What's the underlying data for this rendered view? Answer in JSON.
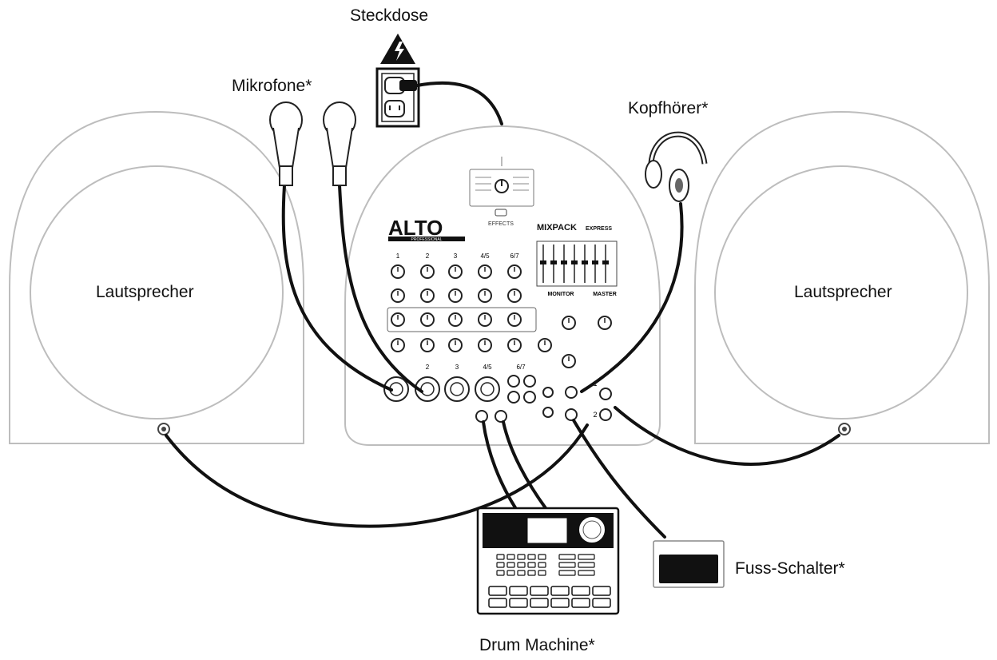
{
  "labels": {
    "outlet": "Steckdose",
    "microphones": "Mikrofone*",
    "headphones": "Kopfhörer*",
    "speaker_left": "Lautsprecher",
    "speaker_right": "Lautsprecher",
    "footswitch": "Fuss-Schalter*",
    "drum_machine": "Drum Machine*"
  },
  "mixer": {
    "brand": "ALTO",
    "brand_sub": "PROFESSIONAL",
    "model": "MIXPACK",
    "model_suffix": "EXPRESS",
    "effects_label": "EFFECTS",
    "monitor_label": "MONITOR",
    "master_label": "MASTER",
    "channels": [
      "1",
      "2",
      "3",
      "4/5",
      "6/7"
    ],
    "inputs": [
      "2",
      "3",
      "4/5",
      "6/7"
    ],
    "outputs": [
      "1",
      "2"
    ]
  },
  "colors": {
    "line": "#111111",
    "outline": "#bdbdbd",
    "fill": "#ffffff"
  }
}
